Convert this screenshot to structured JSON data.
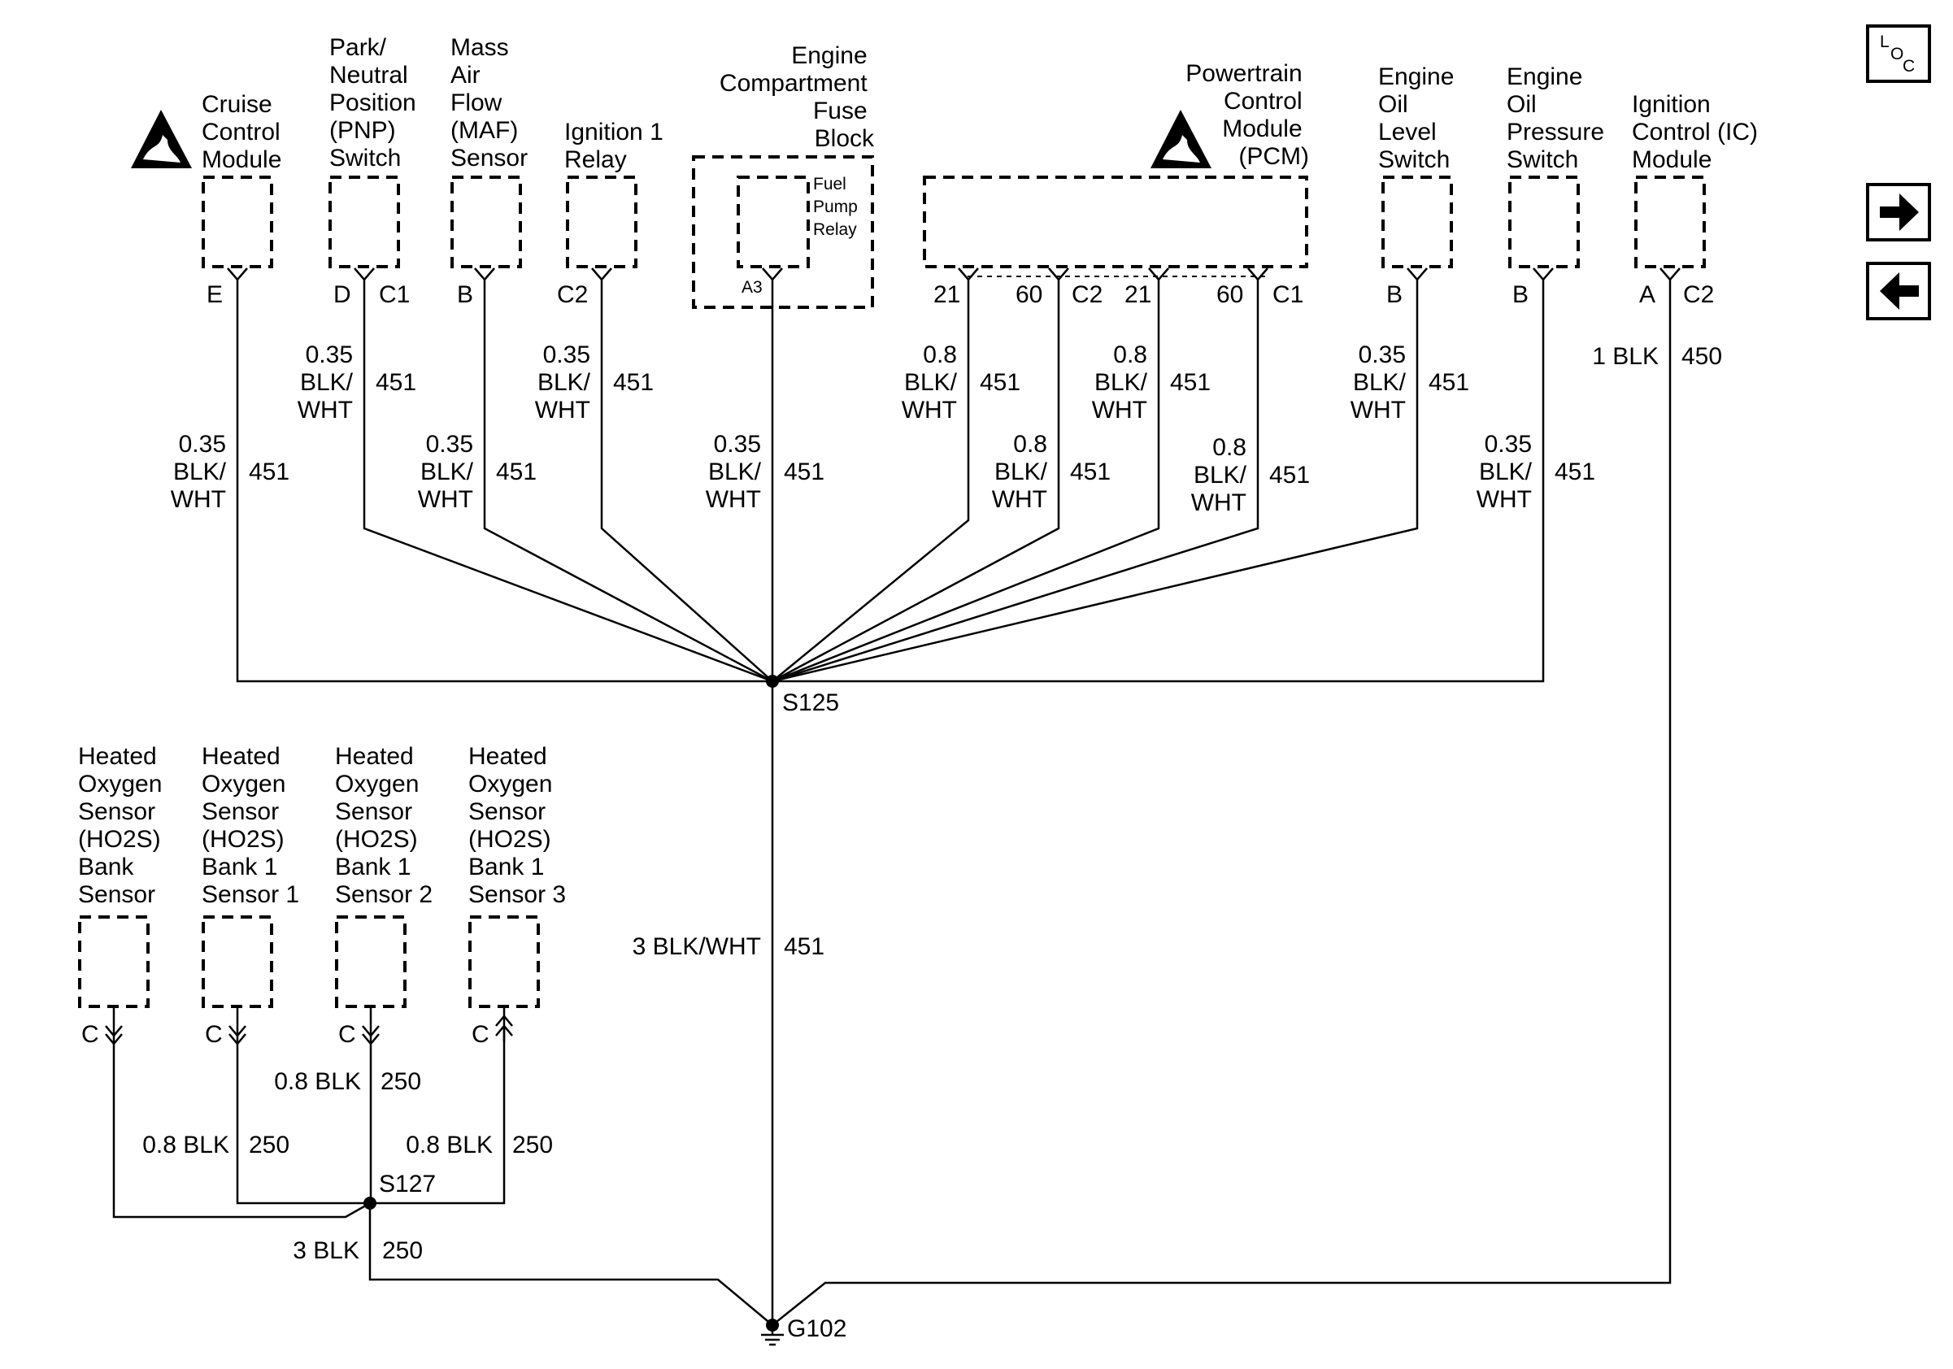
{
  "nav": {
    "loc_l": "L",
    "loc_o": "O",
    "loc_c": "C"
  },
  "components": {
    "cruise": [
      "Cruise",
      "Control",
      "Module"
    ],
    "pnp": [
      "Park/",
      "Neutral",
      "Position",
      "(PNP)",
      "Switch"
    ],
    "maf": [
      "Mass",
      "Air",
      "Flow",
      "(MAF)",
      "Sensor"
    ],
    "ign_relay": [
      "Ignition 1",
      "Relay"
    ],
    "fuse_block": [
      "Engine",
      "Compartment",
      "Fuse",
      "Block"
    ],
    "fuel_pump": [
      "Fuel",
      "Pump",
      "Relay"
    ],
    "pcm": [
      "Powertrain",
      "Control",
      "Module",
      "(PCM)"
    ],
    "oil_level": [
      "Engine",
      "Oil",
      "Level",
      "Switch"
    ],
    "oil_pressure": [
      "Engine",
      "Oil",
      "Pressure",
      "Switch"
    ],
    "ic": [
      "Ignition",
      "Control (IC)",
      "Module"
    ],
    "ho2s_bank": [
      "Heated",
      "Oxygen",
      "Sensor",
      "(HO2S)",
      "Bank",
      "Sensor"
    ],
    "ho2s_s1": [
      "Heated",
      "Oxygen",
      "Sensor",
      "(HO2S)",
      "Bank 1",
      "Sensor 1"
    ],
    "ho2s_s2": [
      "Heated",
      "Oxygen",
      "Sensor",
      "(HO2S)",
      "Bank 1",
      "Sensor 2"
    ],
    "ho2s_s3": [
      "Heated",
      "Oxygen",
      "Sensor",
      "(HO2S)",
      "Bank 1",
      "Sensor 3"
    ]
  },
  "pins": {
    "cruise": "E",
    "pnp": "D",
    "pnp_conn": "C1",
    "maf": "B",
    "ign_relay": "C2",
    "fuel_pump": "A3",
    "pcm_c2_a": "21",
    "pcm_c2_b": "60",
    "pcm_c2": "C2",
    "pcm_c1_a": "21",
    "pcm_c1_b": "60",
    "pcm_c1": "C1",
    "oil_level": "B",
    "oil_pressure": "B",
    "ic": "A",
    "ic_conn": "C2",
    "ho2s_bank": "C",
    "ho2s_s1": "C",
    "ho2s_s2": "C",
    "ho2s_s3": "C"
  },
  "wires": {
    "size_035": "0.35",
    "size_08": "0.8",
    "blk_slash": "BLK/",
    "wht": "WHT",
    "circuit_451": "451",
    "circuit_450": "450",
    "circuit_250": "250",
    "ic_wire": "1 BLK",
    "main_wire": "3 BLK/WHT",
    "ho2s_wire": "0.8 BLK",
    "ground_wire": "3 BLK"
  },
  "splices": {
    "s125": "S125",
    "s127": "S127",
    "g102": "G102"
  }
}
